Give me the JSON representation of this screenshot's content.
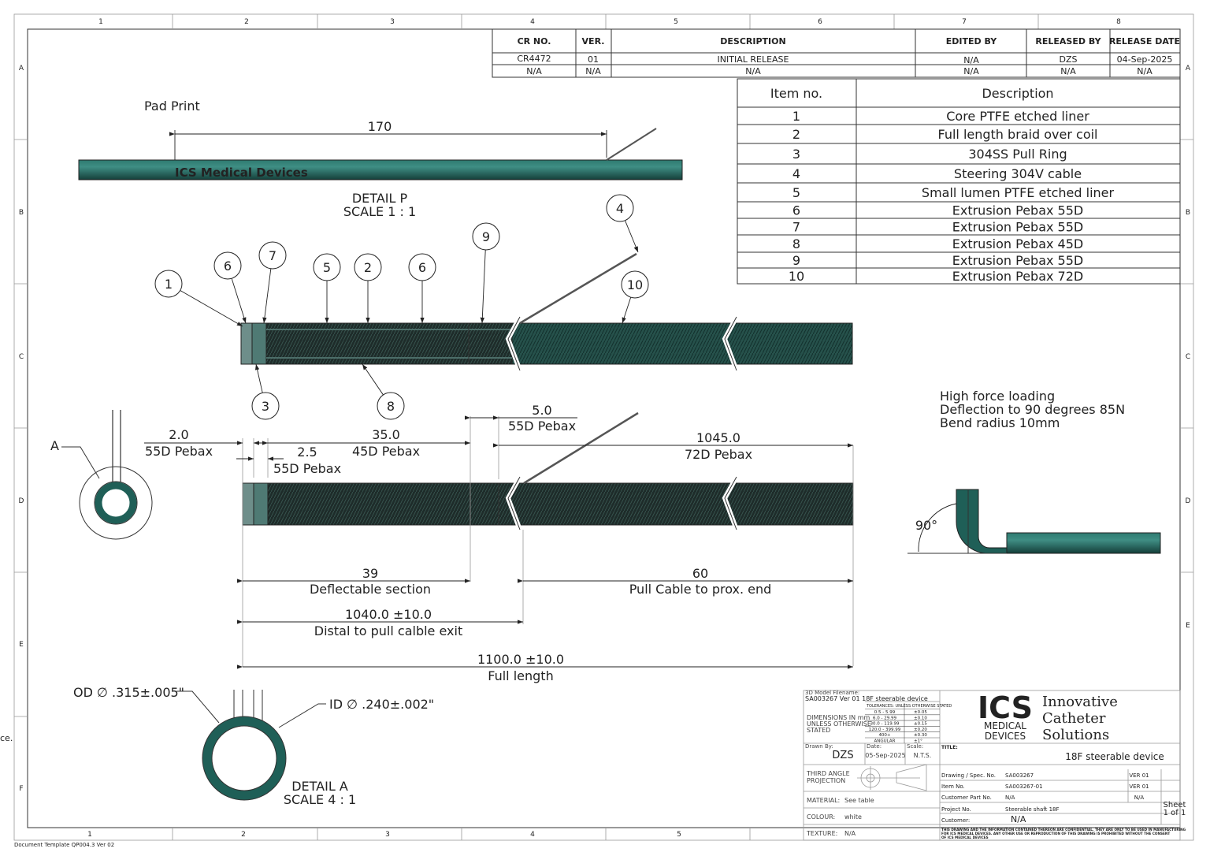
{
  "frame": {
    "zones_top": [
      "1",
      "2",
      "3",
      "4",
      "5",
      "6",
      "7",
      "8"
    ],
    "zones_bottom": [
      "1",
      "2",
      "3",
      "4",
      "5"
    ],
    "rows_left": [
      "A",
      "B",
      "C",
      "D",
      "E",
      "F"
    ],
    "rows_right": [
      "A",
      "B",
      "C",
      "D",
      "E"
    ],
    "template_note": "Document Template QP004.3 Ver 02",
    "edge_fragment": "ce."
  },
  "revision_table": {
    "headers": [
      "CR NO.",
      "VER.",
      "DESCRIPTION",
      "EDITED BY",
      "RELEASED BY",
      "RELEASE DATE"
    ],
    "rows": [
      [
        "CR4472",
        "01",
        "INITIAL RELEASE",
        "N/A",
        "DZS",
        "04-Sep-2025"
      ],
      [
        "N/A",
        "N/A",
        "N/A",
        "N/A",
        "N/A",
        "N/A"
      ]
    ]
  },
  "bom": {
    "headers": [
      "Item no.",
      "Description"
    ],
    "rows": [
      [
        "1",
        "Core PTFE etched liner"
      ],
      [
        "2",
        "Full length braid over coil"
      ],
      [
        "3",
        "304SS Pull Ring"
      ],
      [
        "4",
        "Steering 304V cable"
      ],
      [
        "5",
        "Small lumen PTFE etched liner"
      ],
      [
        "6",
        "Extrusion Pebax 55D"
      ],
      [
        "7",
        "Extrusion Pebax 55D"
      ],
      [
        "8",
        "Extrusion Pebax 45D"
      ],
      [
        "9",
        "Extrusion Pebax 55D"
      ],
      [
        "10",
        "Extrusion Pebax 72D"
      ]
    ]
  },
  "detail_p": {
    "label": "Pad Print",
    "dim": "170",
    "print_text": "ICS Medical Devices",
    "title": "DETAIL P",
    "scale": "SCALE 1 : 1"
  },
  "balloons": [
    "1",
    "6",
    "7",
    "5",
    "2",
    "6",
    "9",
    "4",
    "10",
    "3",
    "8"
  ],
  "side_view": {
    "section_a_label": "A",
    "dims": [
      {
        "value": "2.0",
        "note": "55D Pebax"
      },
      {
        "value": "2.5",
        "note": "55D Pebax"
      },
      {
        "value": "35.0",
        "note": "45D Pebax"
      },
      {
        "value": "5.0",
        "note": "55D Pebax"
      },
      {
        "value": "1045.0",
        "note": "72D Pebax"
      },
      {
        "value": "39",
        "note": "Deflectable section"
      },
      {
        "value": "60",
        "note": "Pull Cable to prox. end"
      },
      {
        "value": "1040.0 ±10.0",
        "note": "Distal to pull calble exit"
      },
      {
        "value": "1100.0 ±10.0",
        "note": "Full length"
      }
    ]
  },
  "deflection": {
    "lines": [
      "High force loading",
      "Deflection to 90 degrees 85N",
      "Bend radius 10mm"
    ],
    "angle": "90°"
  },
  "detail_a": {
    "od": "OD ∅ .315±.005\"",
    "id": "ID ∅ .240±.002\"",
    "title": "DETAIL A",
    "scale": "SCALE 4 : 1"
  },
  "title_block": {
    "model_label": "3D Model Filename:",
    "model_name": "SA003267 Ver 01 18F steerable device",
    "dimensions_note": [
      "DIMENSIONS IN mm",
      "UNLESS OTHERWISE",
      "STATED"
    ],
    "tolerance_header": "TOLERANCES: UNLESS OTHERWISE STATED",
    "tolerances": [
      [
        "0.5 - 5.99",
        "±0.05"
      ],
      [
        "6.0 - 29.99",
        "±0.10"
      ],
      [
        "30.0 - 119.99",
        "±0.15"
      ],
      [
        "120.0 - 399.99",
        "±0.20"
      ],
      [
        "400+",
        "±0.30"
      ],
      [
        "ANGULAR",
        "±1°"
      ]
    ],
    "drawn_by_label": "Drawn By:",
    "drawn_by": "DZS",
    "date_label": "Date:",
    "date": "05-Sep-2025",
    "scale_label": "Scale:",
    "scale": "N.T.S.",
    "projection": [
      "THIRD ANGLE",
      "PROJECTION"
    ],
    "material_label": "MATERIAL:",
    "material": "See table",
    "colour_label": "COLOUR:",
    "colour": "white",
    "texture_label": "TEXTURE:",
    "texture": "N/A",
    "logo": {
      "ics": "ICS",
      "medical": "MEDICAL",
      "devices": "DEVICES",
      "tagline": [
        "Innovative",
        "Catheter",
        "Solutions"
      ]
    },
    "title_label": "TITLE:",
    "title": "18F steerable device",
    "fields": [
      {
        "label": "Drawing / Spec. No.",
        "value": "SA003267",
        "ver": "VER 01"
      },
      {
        "label": "Item No.",
        "value": "SA003267-01",
        "ver": "VER 01"
      },
      {
        "label": "Customer Part No.",
        "value": "N/A",
        "ver": "N/A"
      },
      {
        "label": "Project No.",
        "value": "Steerable shaft 18F",
        "ver": ""
      },
      {
        "label": "Customer:",
        "value": "N/A",
        "ver": ""
      }
    ],
    "sheet": [
      "Sheet",
      "1 of 1"
    ],
    "confidential": [
      "THIS DRAWING AND THE INFORMATION CONTAINED THEREON ARE CONFIDENTIAL. THEY ARE ONLY TO BE USED IN MANUFACTURING",
      "FOR ICS MEDICAL DEVICES. ANY OTHER USE OR REPRODUCTION OF THIS DRAWING IS PROHIBITED WITHOUT THE CONSENT",
      "OF ICS MEDICAL DEVICES"
    ]
  },
  "colors": {
    "tube": "#1f5f57",
    "tube_dark": "#1b2a28",
    "logo_teal": "#2bb3b1",
    "line": "#333333"
  }
}
